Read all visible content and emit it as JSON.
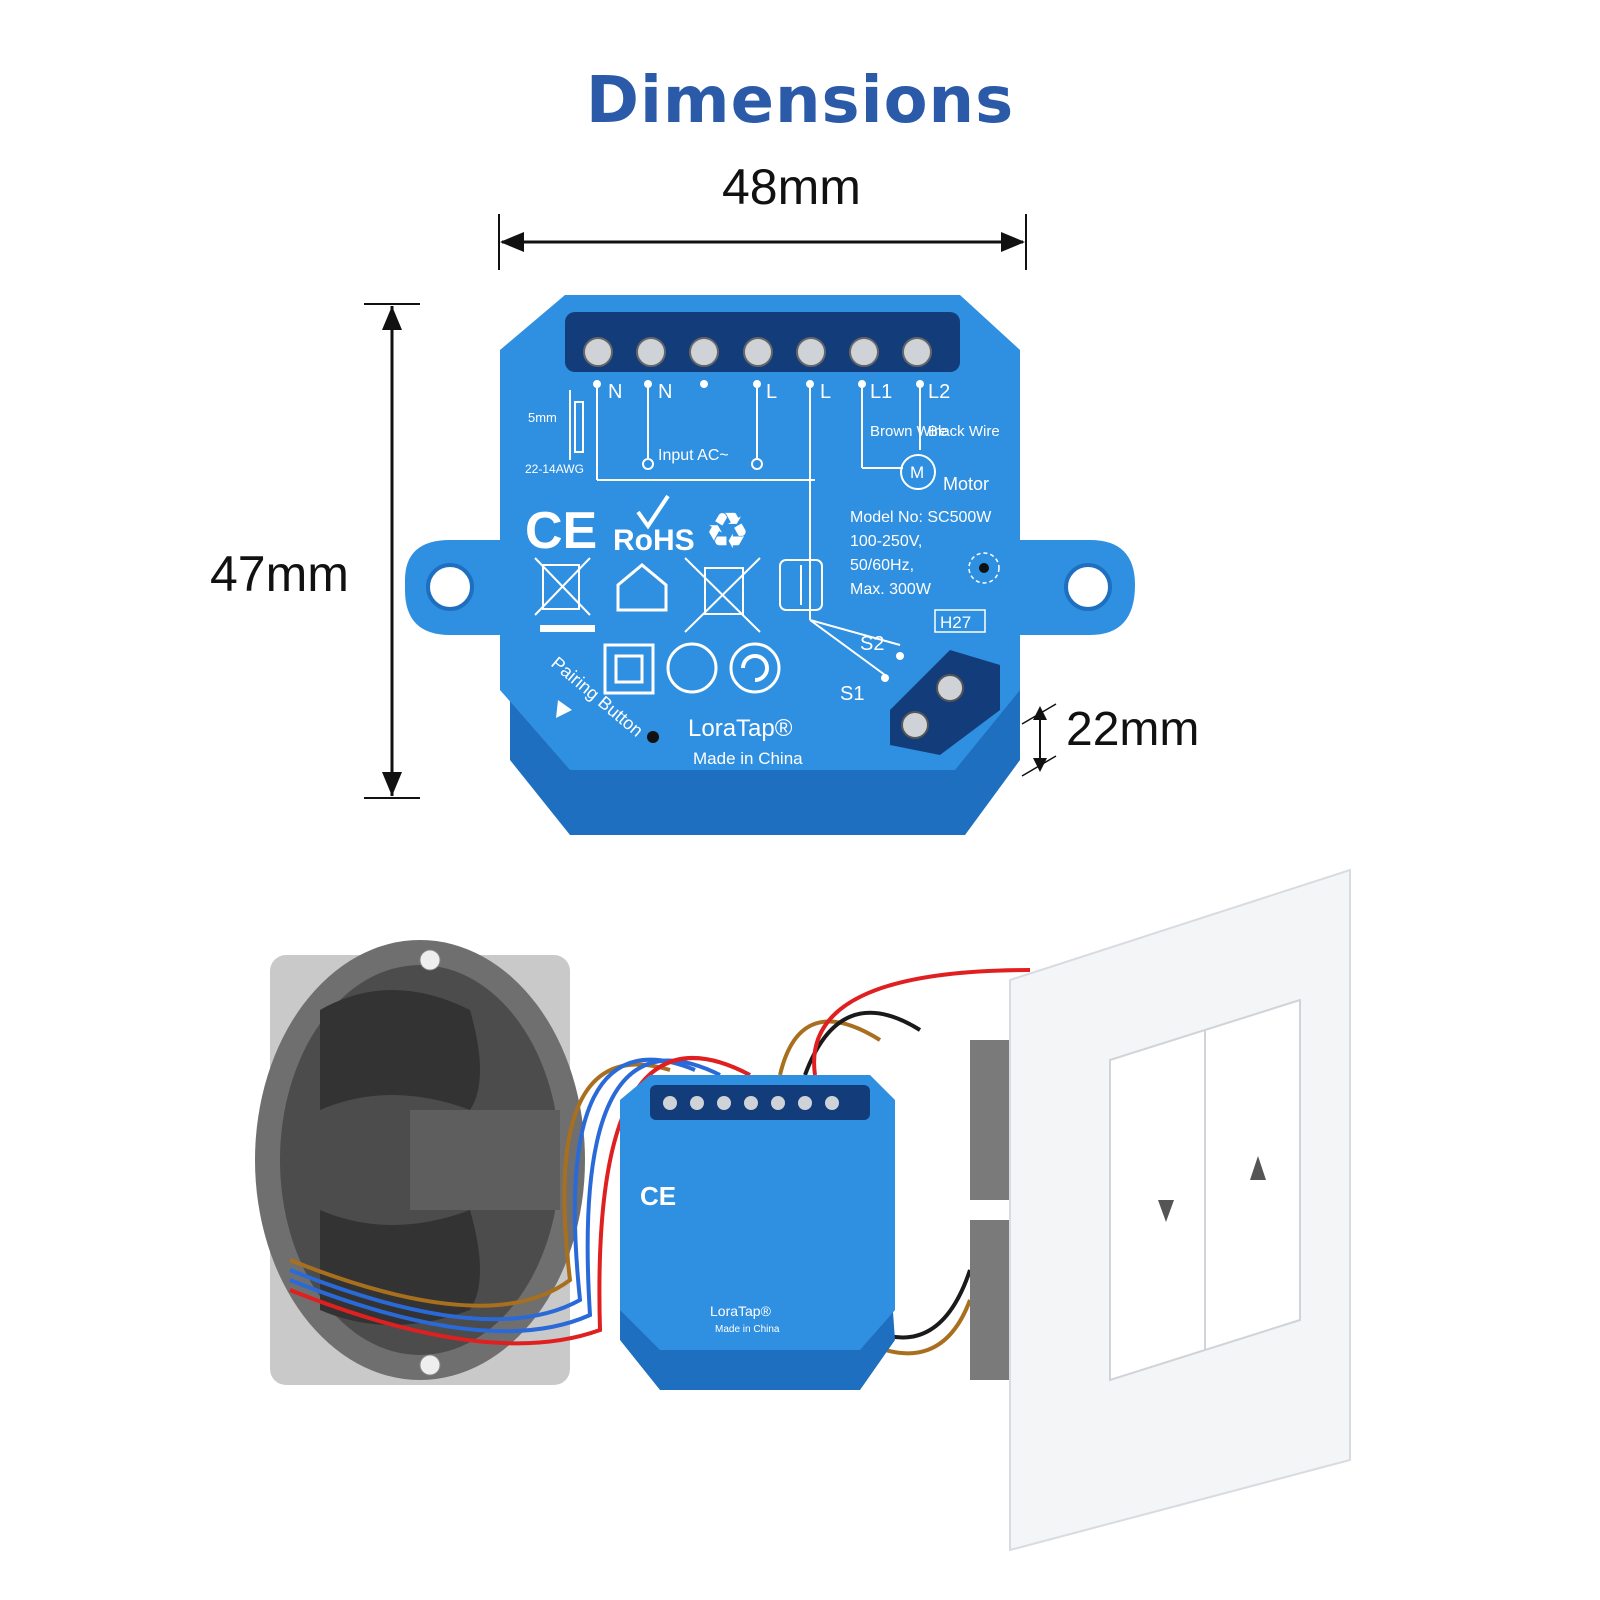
{
  "title": "Dimensions",
  "dimensions": {
    "width": "48mm",
    "height": "47mm",
    "depth": "22mm"
  },
  "module": {
    "terminals": [
      "N",
      "N",
      "",
      "L",
      "L",
      "L1",
      "L2"
    ],
    "wire_gauge_strip": "5mm",
    "wire_gauge_awg": "22-14AWG",
    "input_label": "Input  AC~",
    "brown_wire": "Brown Wire",
    "black_wire": "Black Wire",
    "motor_symbol": "M",
    "motor_label": "Motor",
    "ce_mark": "CE",
    "rohs_mark": "RoHS",
    "model": "Model No: SC500W",
    "voltage": "100-250V,",
    "frequency": "50/60Hz,",
    "max_power": "Max. 300W",
    "hw_version": "H27",
    "s2_label": "S2",
    "s1_label": "S1",
    "pairing_label": "Pairing Button",
    "brand": "LoraTap®",
    "origin": "Made in China"
  },
  "colors": {
    "title": "#2b5aa8",
    "module_blue": "#2f8fe0",
    "module_dark": "#1f6fc0",
    "wire_red": "#e02020",
    "wire_blue": "#2a6ad8",
    "wire_brown": "#a8701e",
    "wire_black": "#1a1a1a",
    "box_grey": "#8a8a8a",
    "plate_white": "#f4f5f7"
  }
}
